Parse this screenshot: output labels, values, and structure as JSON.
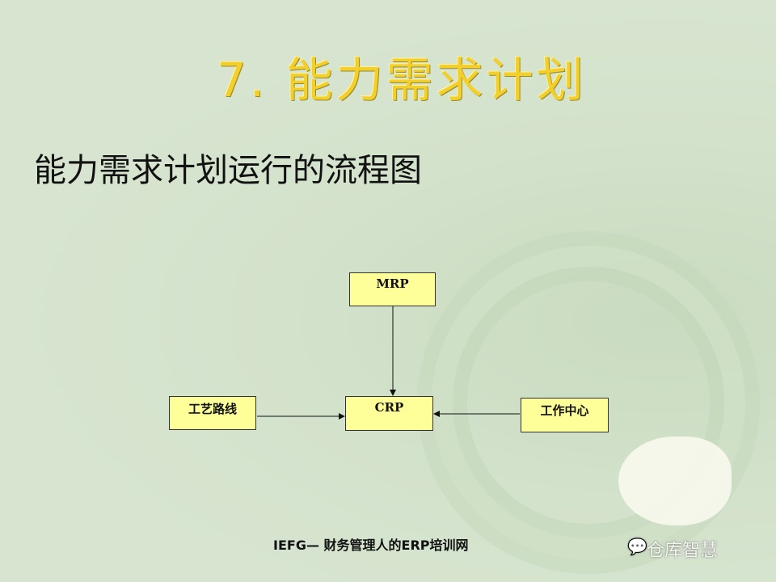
{
  "slide": {
    "title": "7. 能力需求计划",
    "subtitle": "能力需求计划运行的流程图"
  },
  "diagram": {
    "nodes": {
      "mrp": "MRP",
      "crp": "CRP",
      "routing": "工艺路线",
      "work_center": "工作中心"
    }
  },
  "footer": {
    "text": "IEFG— 财务管理人的ERP培训网",
    "watermark": "仓库智慧"
  }
}
